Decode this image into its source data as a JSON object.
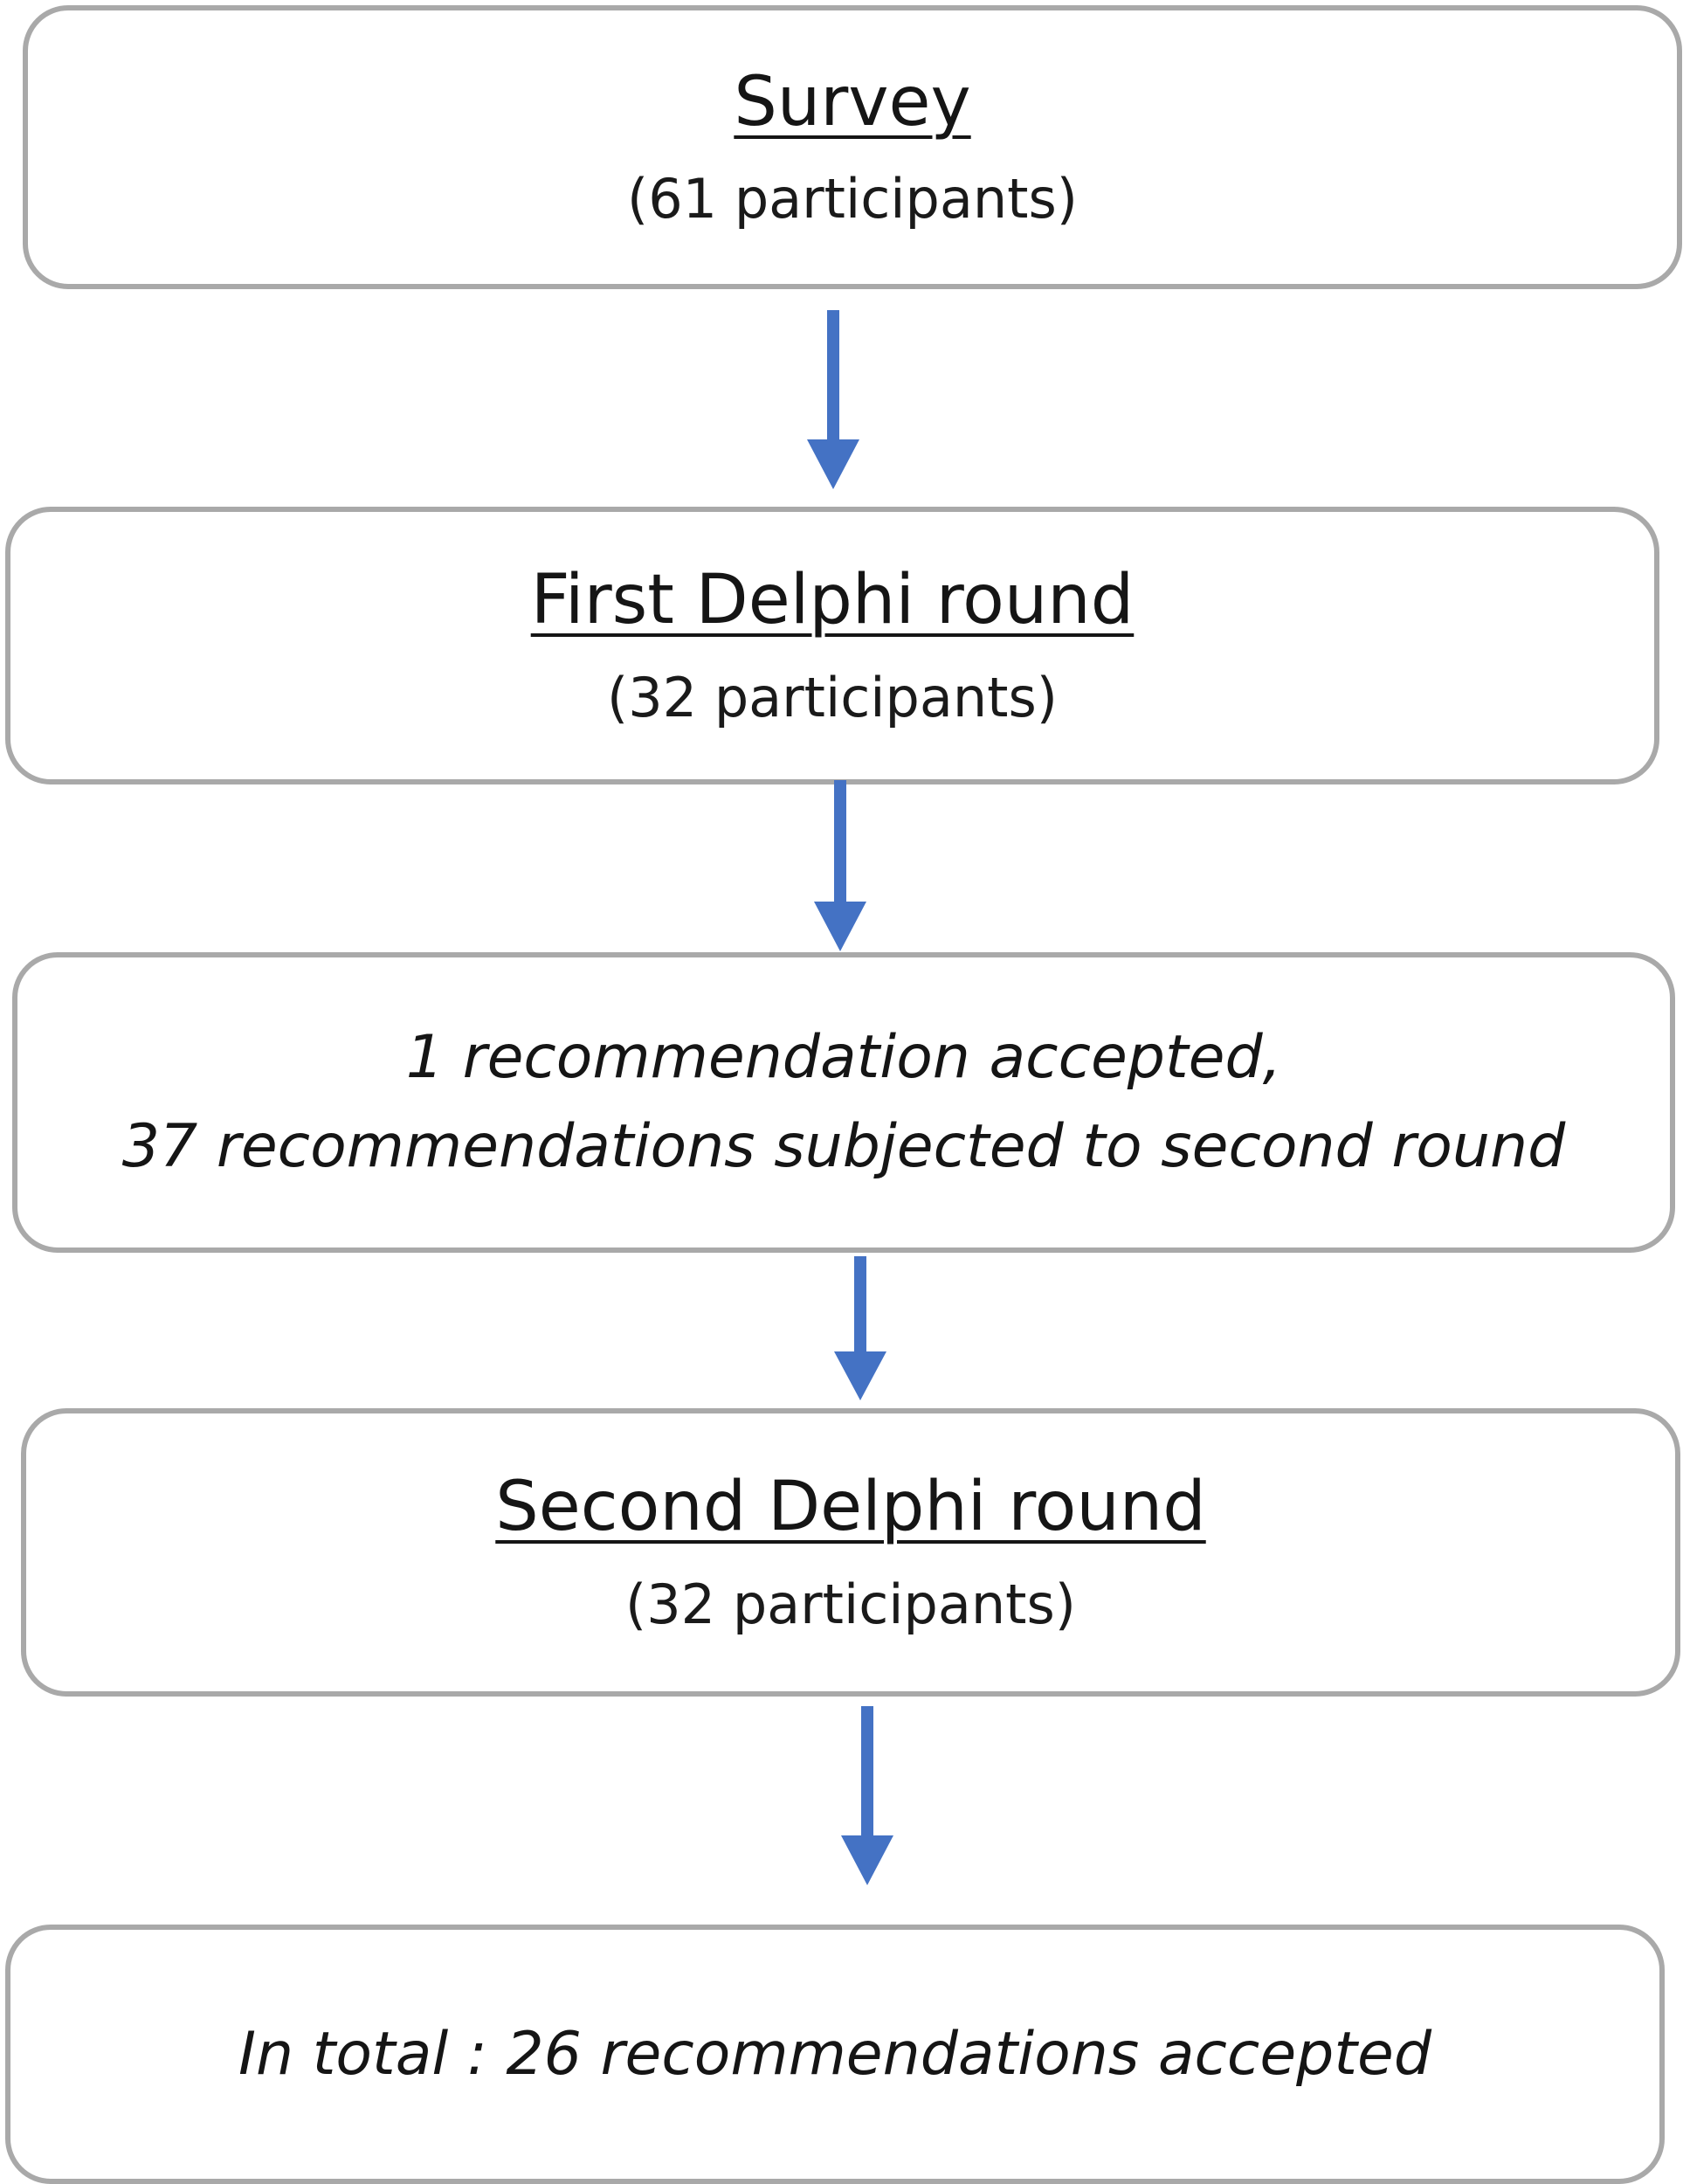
{
  "accent_color": "#4472c4",
  "border_color": "#a9a9a9",
  "steps": [
    {
      "title": "Survey",
      "subtitle": "(61 participants)"
    },
    {
      "title": "First Delphi round",
      "subtitle": "(32 participants)"
    },
    {
      "line1": "1 recommendation accepted,",
      "line2": "37 recommendations subjected to second round"
    },
    {
      "title": "Second Delphi round",
      "subtitle": "(32 participants)"
    },
    {
      "text": "In total : 26 recommendations accepted"
    }
  ]
}
